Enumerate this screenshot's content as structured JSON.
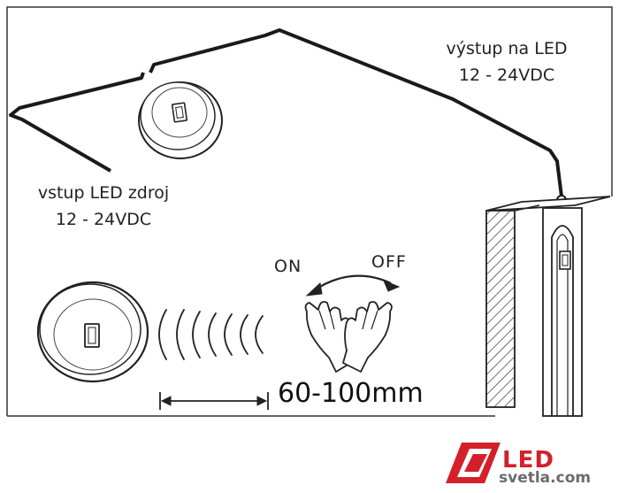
{
  "labels": {
    "output_line1": "výstup na LED",
    "output_line2": "12 - 24VDC",
    "input_line1": "vstup LED zdroj",
    "input_line2": "12 - 24VDC",
    "on": "ON",
    "off": "OFF",
    "distance": "60-100mm"
  },
  "logo": {
    "main": "LED",
    "sub": "svetla.com"
  },
  "colors": {
    "line": "#1a1a1a",
    "accent": "#d3202a",
    "logo_gray": "#6b6b6b"
  }
}
